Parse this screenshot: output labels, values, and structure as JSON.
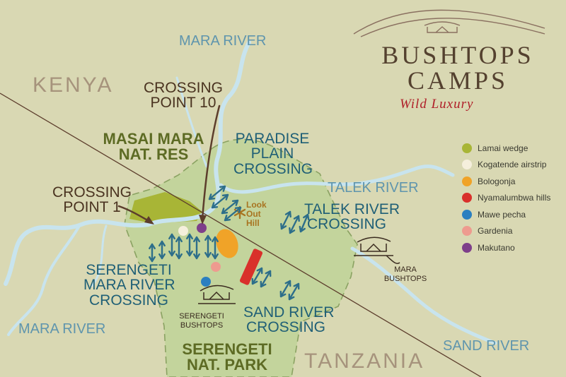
{
  "brand": {
    "line1": "Bushtops",
    "line2": "Camps",
    "tagline": "Wild Luxury"
  },
  "countries": {
    "kenya": "Kenya",
    "tanzania": "Tanzania"
  },
  "rivers": {
    "mara_north": "Mara River",
    "mara_west": "Mara River",
    "talek": "Talek River",
    "sand": "Sand River"
  },
  "reserves": {
    "masai_mara": [
      "Masai Mara",
      "Nat. Res"
    ],
    "serengeti": [
      "Serengeti",
      "Nat. Park"
    ]
  },
  "crossings": {
    "paradise": [
      "Paradise",
      "Plain",
      "Crossing"
    ],
    "talek": [
      "Talek River",
      "Crossing"
    ],
    "serengeti_mara": [
      "Serengeti",
      "Mara River",
      "Crossing"
    ],
    "sand": [
      "Sand River",
      "Crossing"
    ]
  },
  "points": {
    "point10": [
      "Crossing",
      "Point 10"
    ],
    "point1": [
      "Crossing",
      "Point 1"
    ]
  },
  "camps": {
    "serengeti": [
      "Serengeti",
      "Bushtops"
    ],
    "mara": [
      "Mara",
      "Bushtops"
    ]
  },
  "look_out_hill": [
    "Look",
    "Out",
    "Hill"
  ],
  "legend": [
    {
      "label": "Lamai wedge",
      "color": "#a8b536"
    },
    {
      "label": "Kogatende airstrip",
      "color": "#f5efdc"
    },
    {
      "label": "Bologonja",
      "color": "#f0a328"
    },
    {
      "label": "Nyamalumbwa hills",
      "color": "#d9302b"
    },
    {
      "label": "Mawe pecha",
      "color": "#2b7fc0"
    },
    {
      "label": "Gardenia",
      "color": "#ee9b8f"
    },
    {
      "label": "Makutano",
      "color": "#7e3f8a"
    }
  ],
  "colors": {
    "background": "#d9d8b3",
    "park": "#c3d49c",
    "river": "#c8e4ee",
    "arrow": "#2d6e8a",
    "border": "#5c3d2c"
  }
}
